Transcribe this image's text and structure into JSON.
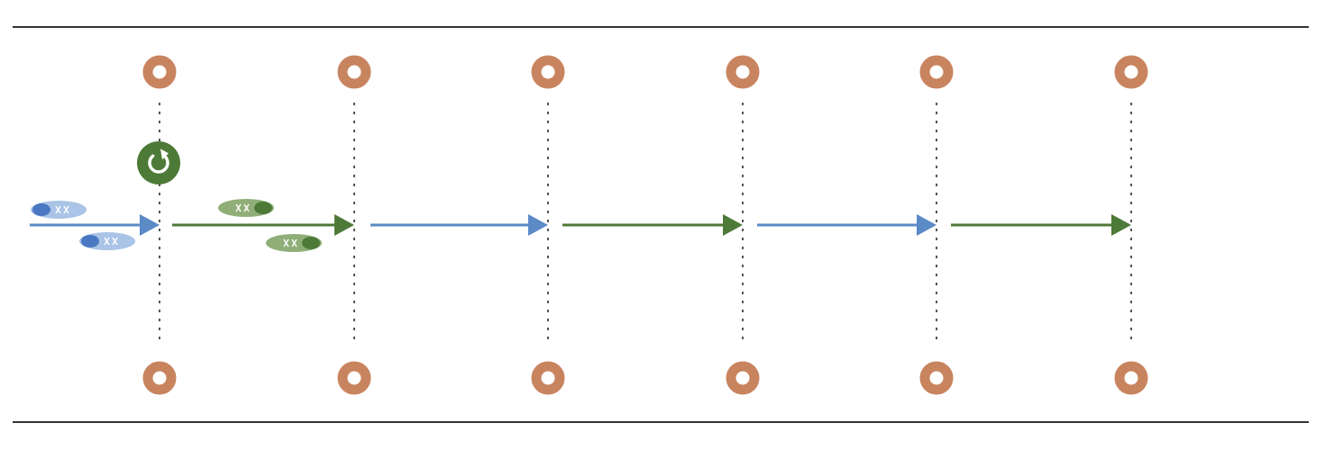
{
  "diagram": {
    "cone_color": "#C8845F",
    "blue_color": "#5B8AC6",
    "green_color": "#4E7A38",
    "shoe_blue_light": "#A9C4E6",
    "shoe_blue_dark": "#4A78C2",
    "shoe_green_light": "#8FAE78",
    "shoe_green_dark": "#4E7A38",
    "line_color": "#333333",
    "cone_count": 6,
    "segments": [
      {
        "color": "blue"
      },
      {
        "color": "green"
      },
      {
        "color": "blue"
      },
      {
        "color": "green"
      },
      {
        "color": "blue"
      },
      {
        "color": "green"
      }
    ],
    "icons": {
      "rotation": "rotate-clockwise-icon",
      "shoe": "shoe-icon",
      "cone": "cone-marker-icon"
    }
  }
}
